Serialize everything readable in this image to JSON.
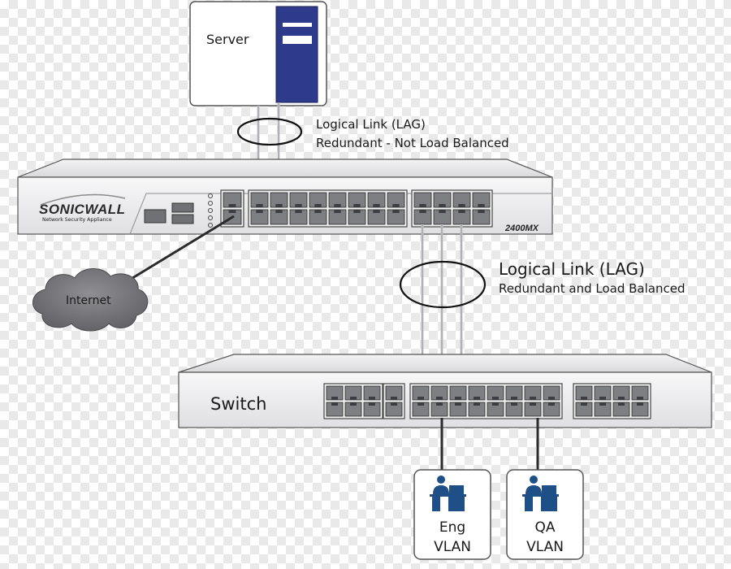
{
  "diagram": {
    "server": {
      "label": "Server"
    },
    "firewall": {
      "brand": "SONICWALL",
      "tagline": "Network Security Appliance",
      "model": "2400MX"
    },
    "cloud": {
      "label": "Internet"
    },
    "switch": {
      "label": "Switch"
    },
    "links": {
      "server_lag": {
        "title": "Logical Link (LAG)",
        "subtitle": "Redundant - Not Load Balanced"
      },
      "switch_lag": {
        "title": "Logical Link (LAG)",
        "subtitle": "Redundant and Load Balanced"
      }
    },
    "vlans": [
      {
        "line1": "Eng",
        "line2": "VLAN"
      },
      {
        "line1": "QA",
        "line2": "VLAN"
      }
    ],
    "colors": {
      "server_tower": "#2e3a8c",
      "device_body": "#e4e4e6",
      "port_face": "#7d7f82",
      "link_line": "#c9c9cf",
      "vlan_line": "#2b2b2b",
      "person": "#1e4f86"
    }
  }
}
